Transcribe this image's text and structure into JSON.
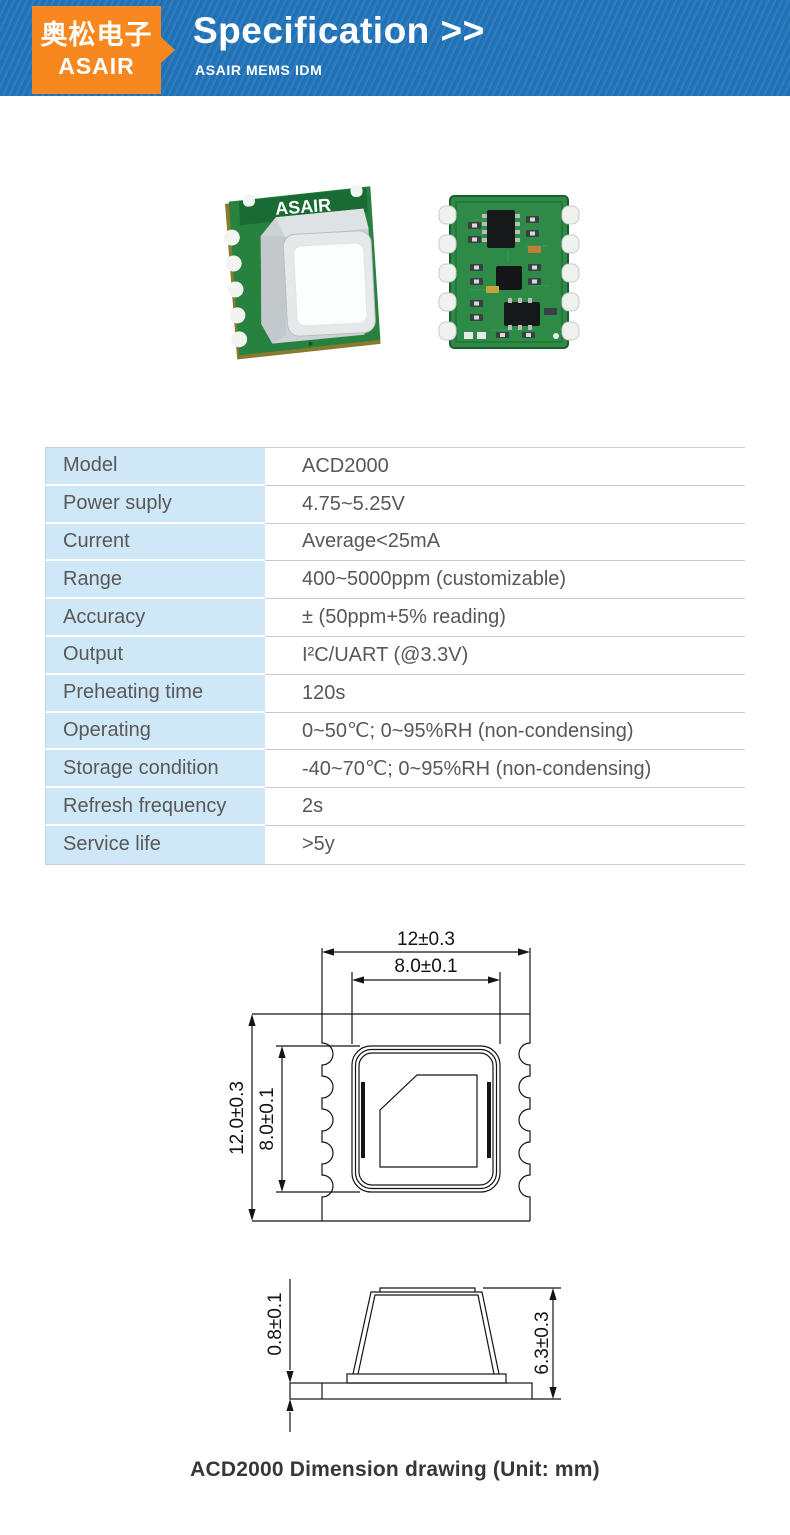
{
  "header": {
    "logo_cn": "奥松电子",
    "logo_en": "ASAIR",
    "title": "Specification >>",
    "subtitle": "ASAIR MEMS IDM"
  },
  "colors": {
    "banner_blue": "#2173b9",
    "logo_orange": "#f6881f",
    "table_label_bg": "#cfe8f8",
    "pcb_green": "#27813f"
  },
  "products": {
    "left_module_label": "ASAIR"
  },
  "spec_table": {
    "rows": [
      {
        "label": "Model",
        "value": "ACD2000"
      },
      {
        "label": "Power suply",
        "value": "4.75~5.25V"
      },
      {
        "label": "Current",
        "value": "Average<25mA"
      },
      {
        "label": "Range",
        "value": "400~5000ppm (customizable)"
      },
      {
        "label": "Accuracy",
        "value": "± (50ppm+5% reading)"
      },
      {
        "label": "Output",
        "value": "I²C/UART (@3.3V)"
      },
      {
        "label": "Preheating time",
        "value": "120s"
      },
      {
        "label": "Operating",
        "value": "0~50℃; 0~95%RH (non-condensing)"
      },
      {
        "label": "Storage condition",
        "value": "-40~70℃; 0~95%RH (non-condensing)"
      },
      {
        "label": "Refresh frequency",
        "value": "2s"
      },
      {
        "label": "Service life",
        "value": ">5y"
      }
    ]
  },
  "dimension_drawing": {
    "top_width": "12±0.3",
    "lid_width": "8.0±0.1",
    "board_height": "12.0±0.3",
    "lid_height": "8.0±0.1",
    "pcb_thickness": "0.8±0.1",
    "module_height": "6.3±0.3",
    "caption": "ACD2000 Dimension drawing (Unit: mm)"
  }
}
